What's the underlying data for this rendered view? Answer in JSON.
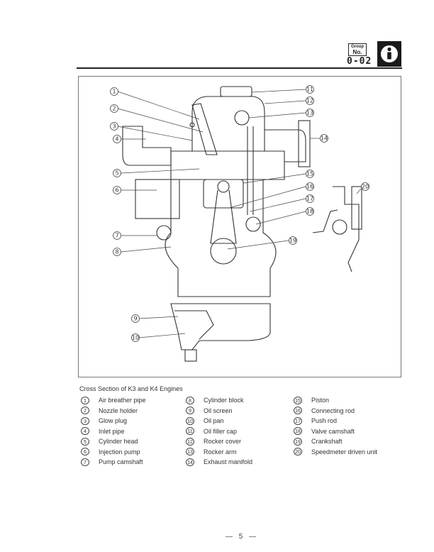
{
  "header": {
    "group_label_top": "Group",
    "group_label_bottom": "No.",
    "group_number": "0-02",
    "badge_icon": "info-icon"
  },
  "figure": {
    "title": "Cross Section of K3 and K4 Engines",
    "callouts": [
      "1",
      "2",
      "3",
      "4",
      "5",
      "6",
      "7",
      "8",
      "9",
      "10",
      "11",
      "12",
      "13",
      "14",
      "15",
      "16",
      "17",
      "18",
      "19",
      "20"
    ]
  },
  "legend": {
    "columns": [
      [
        {
          "num": "1",
          "label": "Air breather pipe"
        },
        {
          "num": "2",
          "label": "Nozzle holder"
        },
        {
          "num": "3",
          "label": "Glow plug"
        },
        {
          "num": "4",
          "label": "Inlet pipe"
        },
        {
          "num": "5",
          "label": "Cylinder head"
        },
        {
          "num": "6",
          "label": "Injection pump"
        },
        {
          "num": "7",
          "label": "Pump camshaft"
        }
      ],
      [
        {
          "num": "8",
          "label": "Cylinder block"
        },
        {
          "num": "9",
          "label": "Oil screen"
        },
        {
          "num": "10",
          "label": "Oil pan"
        },
        {
          "num": "11",
          "label": "Oil filler cap"
        },
        {
          "num": "12",
          "label": "Rocker cover"
        },
        {
          "num": "13",
          "label": "Rocker arm"
        },
        {
          "num": "14",
          "label": "Exhaust manifold"
        }
      ],
      [
        {
          "num": "15",
          "label": "Piston"
        },
        {
          "num": "16",
          "label": "Connecting rod"
        },
        {
          "num": "17",
          "label": "Push rod"
        },
        {
          "num": "18",
          "label": "Valve camshaft"
        },
        {
          "num": "19",
          "label": "Crankshaft"
        },
        {
          "num": "20",
          "label": "Speedmeter driven unit"
        }
      ]
    ]
  },
  "footer": {
    "page_number": "— 5 —"
  }
}
